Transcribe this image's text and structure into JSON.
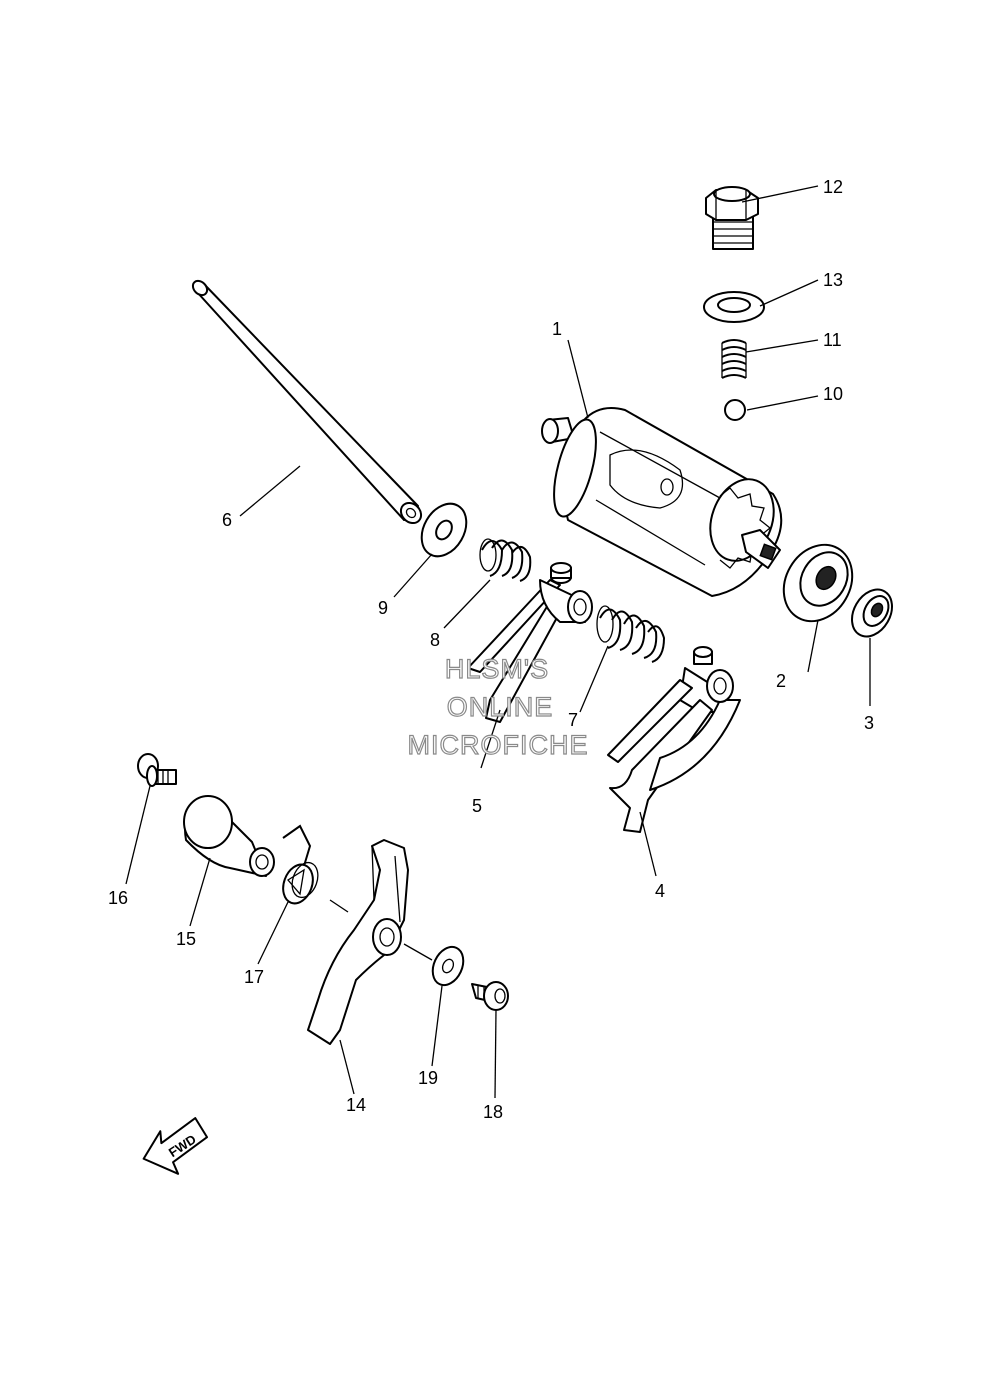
{
  "watermark": {
    "line1": "HLSM'S",
    "line2": "ONLINE",
    "line3": "MICROFICHE"
  },
  "fwd_label": "FWD",
  "callouts": [
    {
      "id": "1",
      "text": "1"
    },
    {
      "id": "2",
      "text": "2"
    },
    {
      "id": "3",
      "text": "3"
    },
    {
      "id": "4",
      "text": "4"
    },
    {
      "id": "5",
      "text": "5"
    },
    {
      "id": "6",
      "text": "6"
    },
    {
      "id": "7",
      "text": "7"
    },
    {
      "id": "8",
      "text": "8"
    },
    {
      "id": "9",
      "text": "9"
    },
    {
      "id": "10",
      "text": "10"
    },
    {
      "id": "11",
      "text": "11"
    },
    {
      "id": "12",
      "text": "12"
    },
    {
      "id": "13",
      "text": "13"
    },
    {
      "id": "14",
      "text": "14"
    },
    {
      "id": "15",
      "text": "15"
    },
    {
      "id": "16",
      "text": "16"
    },
    {
      "id": "17",
      "text": "17"
    },
    {
      "id": "18",
      "text": "18"
    },
    {
      "id": "19",
      "text": "19"
    }
  ]
}
